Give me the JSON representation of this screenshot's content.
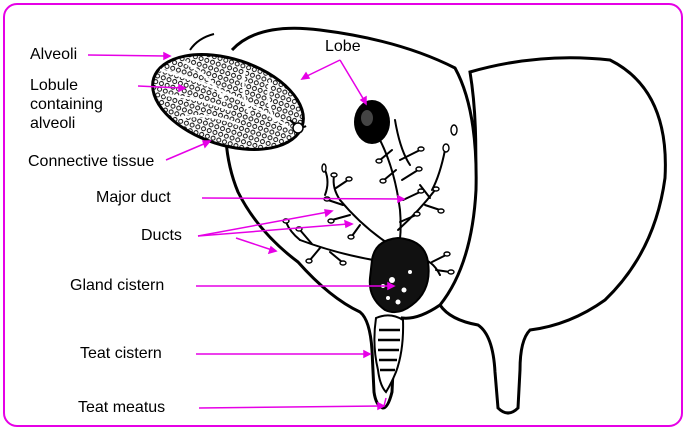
{
  "labels": {
    "alveoli": "Alveoli",
    "lobule_line1": "Lobule",
    "lobule_line2": "containing",
    "lobule_line3": "alveoli",
    "connective_tissue": "Connective tissue",
    "lobe": "Lobe",
    "major_duct": "Major duct",
    "ducts": "Ducts",
    "gland_cistern": "Gland cistern",
    "teat_cistern": "Teat cistern",
    "teat_meatus": "Teat meatus"
  },
  "colors": {
    "pointer": "#e600e6",
    "frame": "#e600e6",
    "ink": "#000000"
  }
}
